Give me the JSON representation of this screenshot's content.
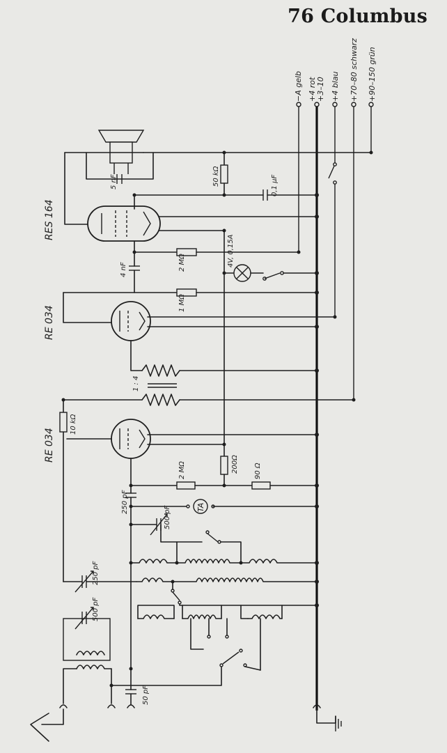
{
  "title": "76 Columbus",
  "tubes": [
    "RES 164",
    "RE 034",
    "RE 034"
  ],
  "supply_terminals": [
    "−A gelb",
    "+4 rot",
    "+3–10",
    "+4 blau",
    "+70–80 schwarz",
    "+90–150 grün"
  ],
  "component_labels": {
    "c_speaker": "5 nF",
    "r_50k": "50 kΩ",
    "c_01": "0,1 μF",
    "c_4nf": "4 nF",
    "r_2m_top": "2 MΩ",
    "lamp": "4V, 0,15A",
    "r_1m": "1 MΩ",
    "transformer_ratio": "1 : 4",
    "r_10k": "10 kΩ",
    "r_200": "200Ω",
    "r_2m_bottom": "2 MΩ",
    "r_90": "90 Ω",
    "c_250_grid": "250 pF",
    "pickup": "TA",
    "c_500_react": "500 pF",
    "c_250_var": "250 pF",
    "c_500_tune": "500 pF",
    "c_50": "50 pF"
  },
  "colors": {
    "ink": "#1e1e1e",
    "paper": "#e9e9e6"
  }
}
